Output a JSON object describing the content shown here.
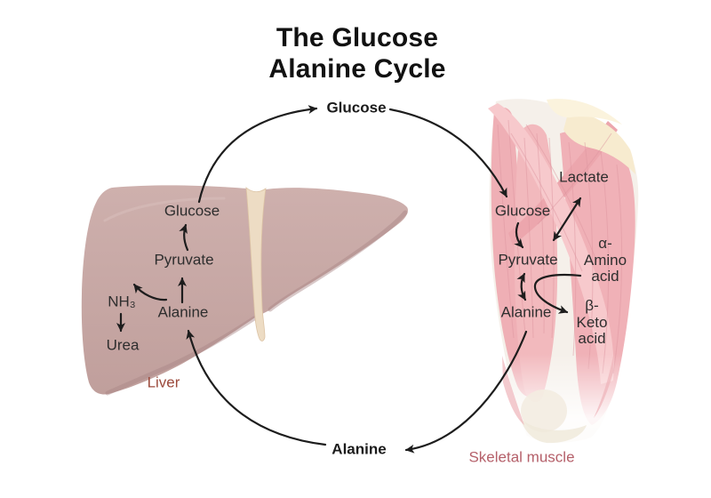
{
  "title": "The Glucose\nAlanine Cycle",
  "cycle": {
    "top_label": "Glucose",
    "bottom_label": "Alanine"
  },
  "liver": {
    "caption": "Liver",
    "labels": {
      "glucose": "Glucose",
      "pyruvate": "Pyruvate",
      "nh3": "NH₃",
      "alanine": "Alanine",
      "urea": "Urea"
    }
  },
  "muscle": {
    "caption": "Skeletal muscle",
    "labels": {
      "lactate": "Lactate",
      "glucose": "Glucose",
      "pyruvate": "Pyruvate",
      "alpha_amino_acid": "α-\nAmino\nacid",
      "alanine": "Alanine",
      "beta_keto_acid": "β-\nKeto\nacid"
    }
  },
  "colors": {
    "title_text": "#111111",
    "label_text": "#2e2e2e",
    "arrow": "#1d1d1d",
    "liver_fill": "#c7a7a4",
    "liver_shade": "#a98684",
    "ligament_cream": "#eddcc4",
    "muscle_pink": "#f2b9bd",
    "muscle_dark_pink": "#eca6ad",
    "muscle_light_pink": "#f7c9cc",
    "fascia_cream": "#f7ebcf",
    "liver_caption": "#9c4a3c",
    "muscle_caption": "#b5606a"
  }
}
